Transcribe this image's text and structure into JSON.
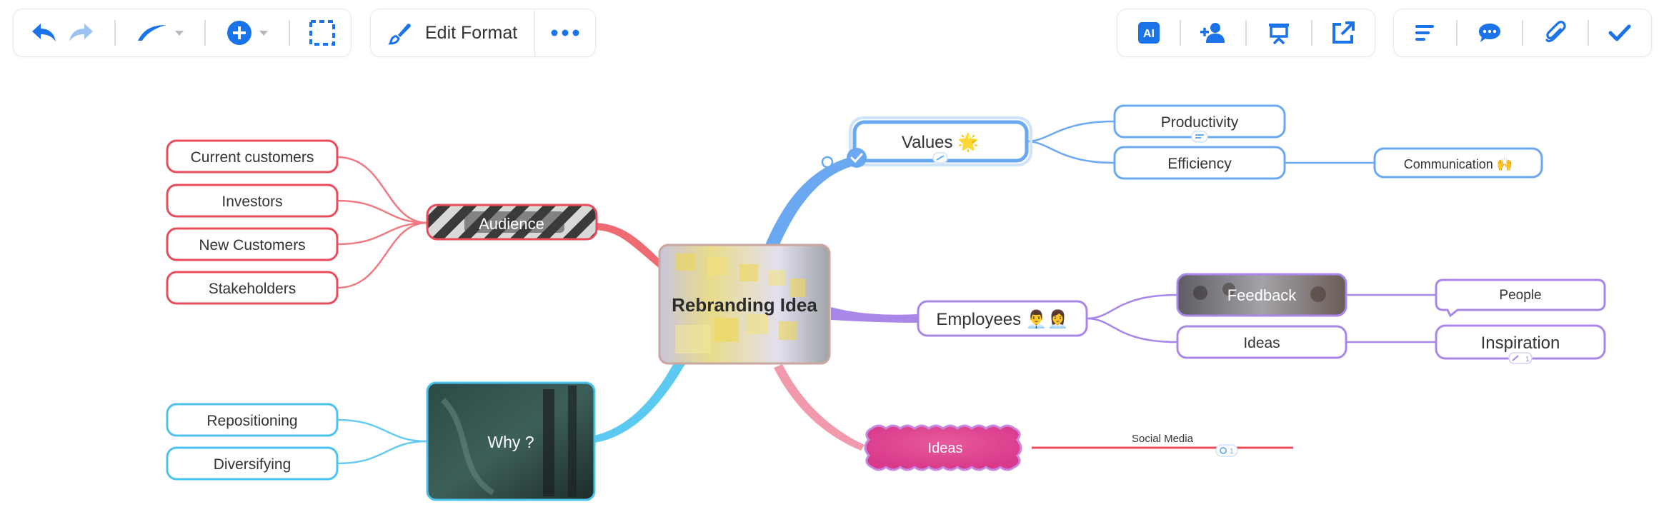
{
  "toolbar": {
    "edit_format_label": "Edit Format",
    "ai_label": "AI"
  },
  "mindmap": {
    "center": "Rebranding Idea",
    "audience": {
      "label": "Audience",
      "children": [
        "Current customers",
        "Investors",
        "New Customers",
        "Stakeholders"
      ]
    },
    "why": {
      "label": "Why ?",
      "children": [
        "Repositioning",
        "Diversifying"
      ]
    },
    "values": {
      "label": "Values 🌟",
      "children": [
        "Productivity",
        "Efficiency"
      ],
      "grandchild": "Communication 🙌"
    },
    "employees": {
      "label": "Employees 👨‍💼👩‍💼",
      "children": [
        "Feedback",
        "Ideas"
      ],
      "people": "People",
      "inspiration": "Inspiration",
      "inspiration_badge": "1"
    },
    "ideas": {
      "label": "Ideas",
      "social": "Social Media",
      "attachment_badge": "1"
    }
  },
  "colors": {
    "accent_blue": "#1a73e8",
    "audience_red": "#e8545e",
    "why_cyan": "#4cc3ee",
    "values_blue": "#6aa9f2",
    "employees_purple": "#a887e8",
    "ideas_pink": "#e0448e"
  }
}
